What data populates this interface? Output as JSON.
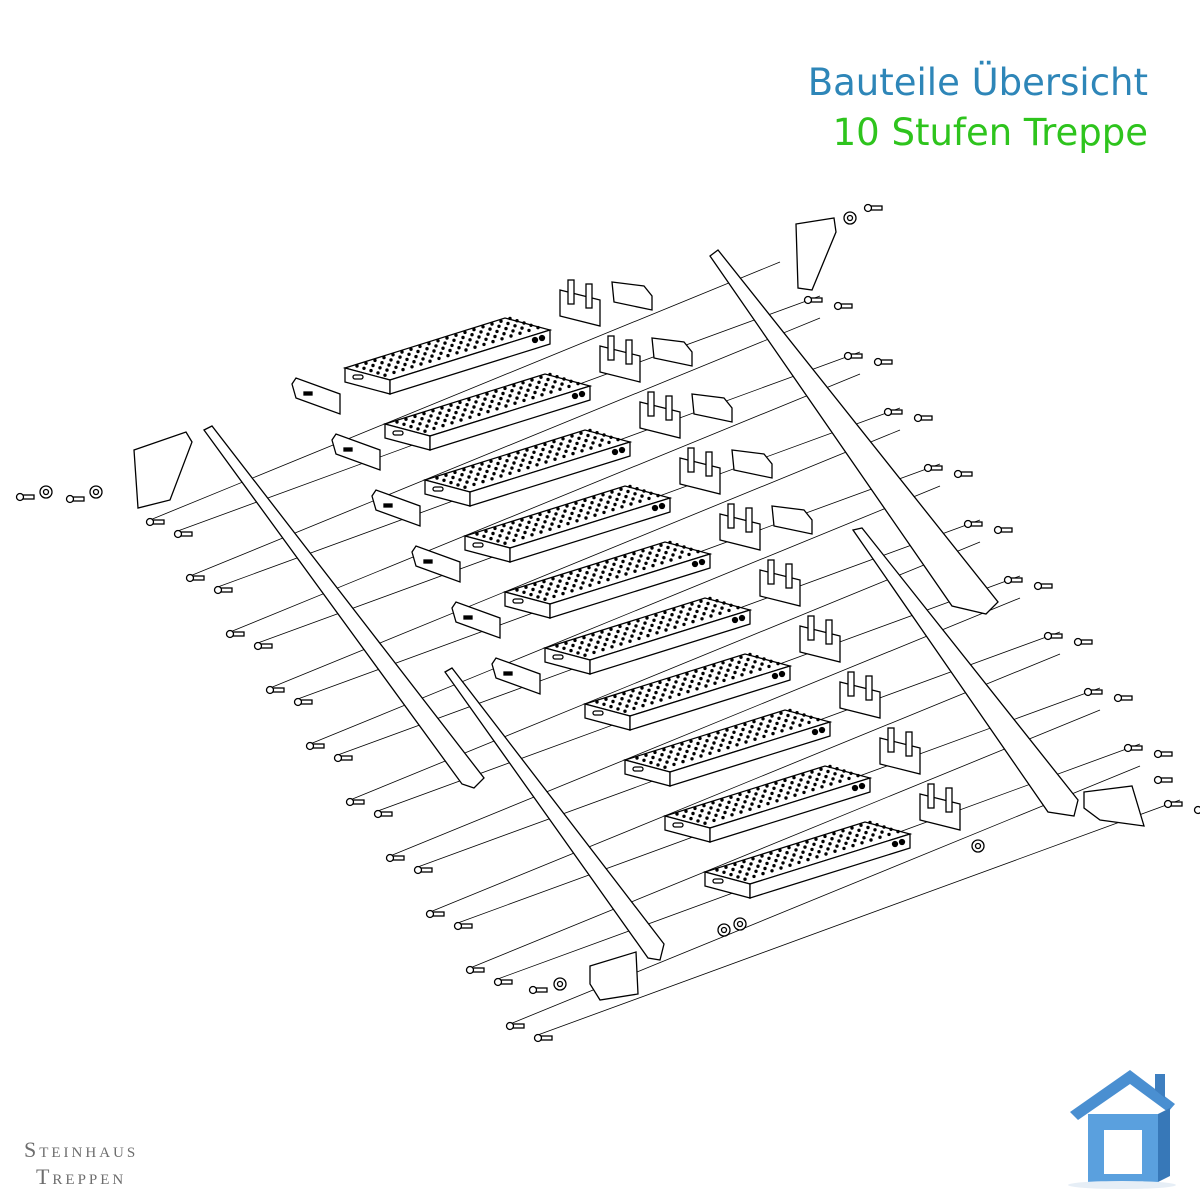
{
  "title": {
    "line1": "Bauteile Übersicht",
    "line2": "10 Stufen Treppe",
    "line1_color": "#2e86b8",
    "line2_color": "#2ec41d"
  },
  "brand": {
    "line1": "Steinhaus",
    "line2": "Treppen",
    "color": "#6d6d6d"
  },
  "diagram": {
    "step_count": 10,
    "logo_icon": "house-icon",
    "logo_color": "#4a8fd1"
  }
}
